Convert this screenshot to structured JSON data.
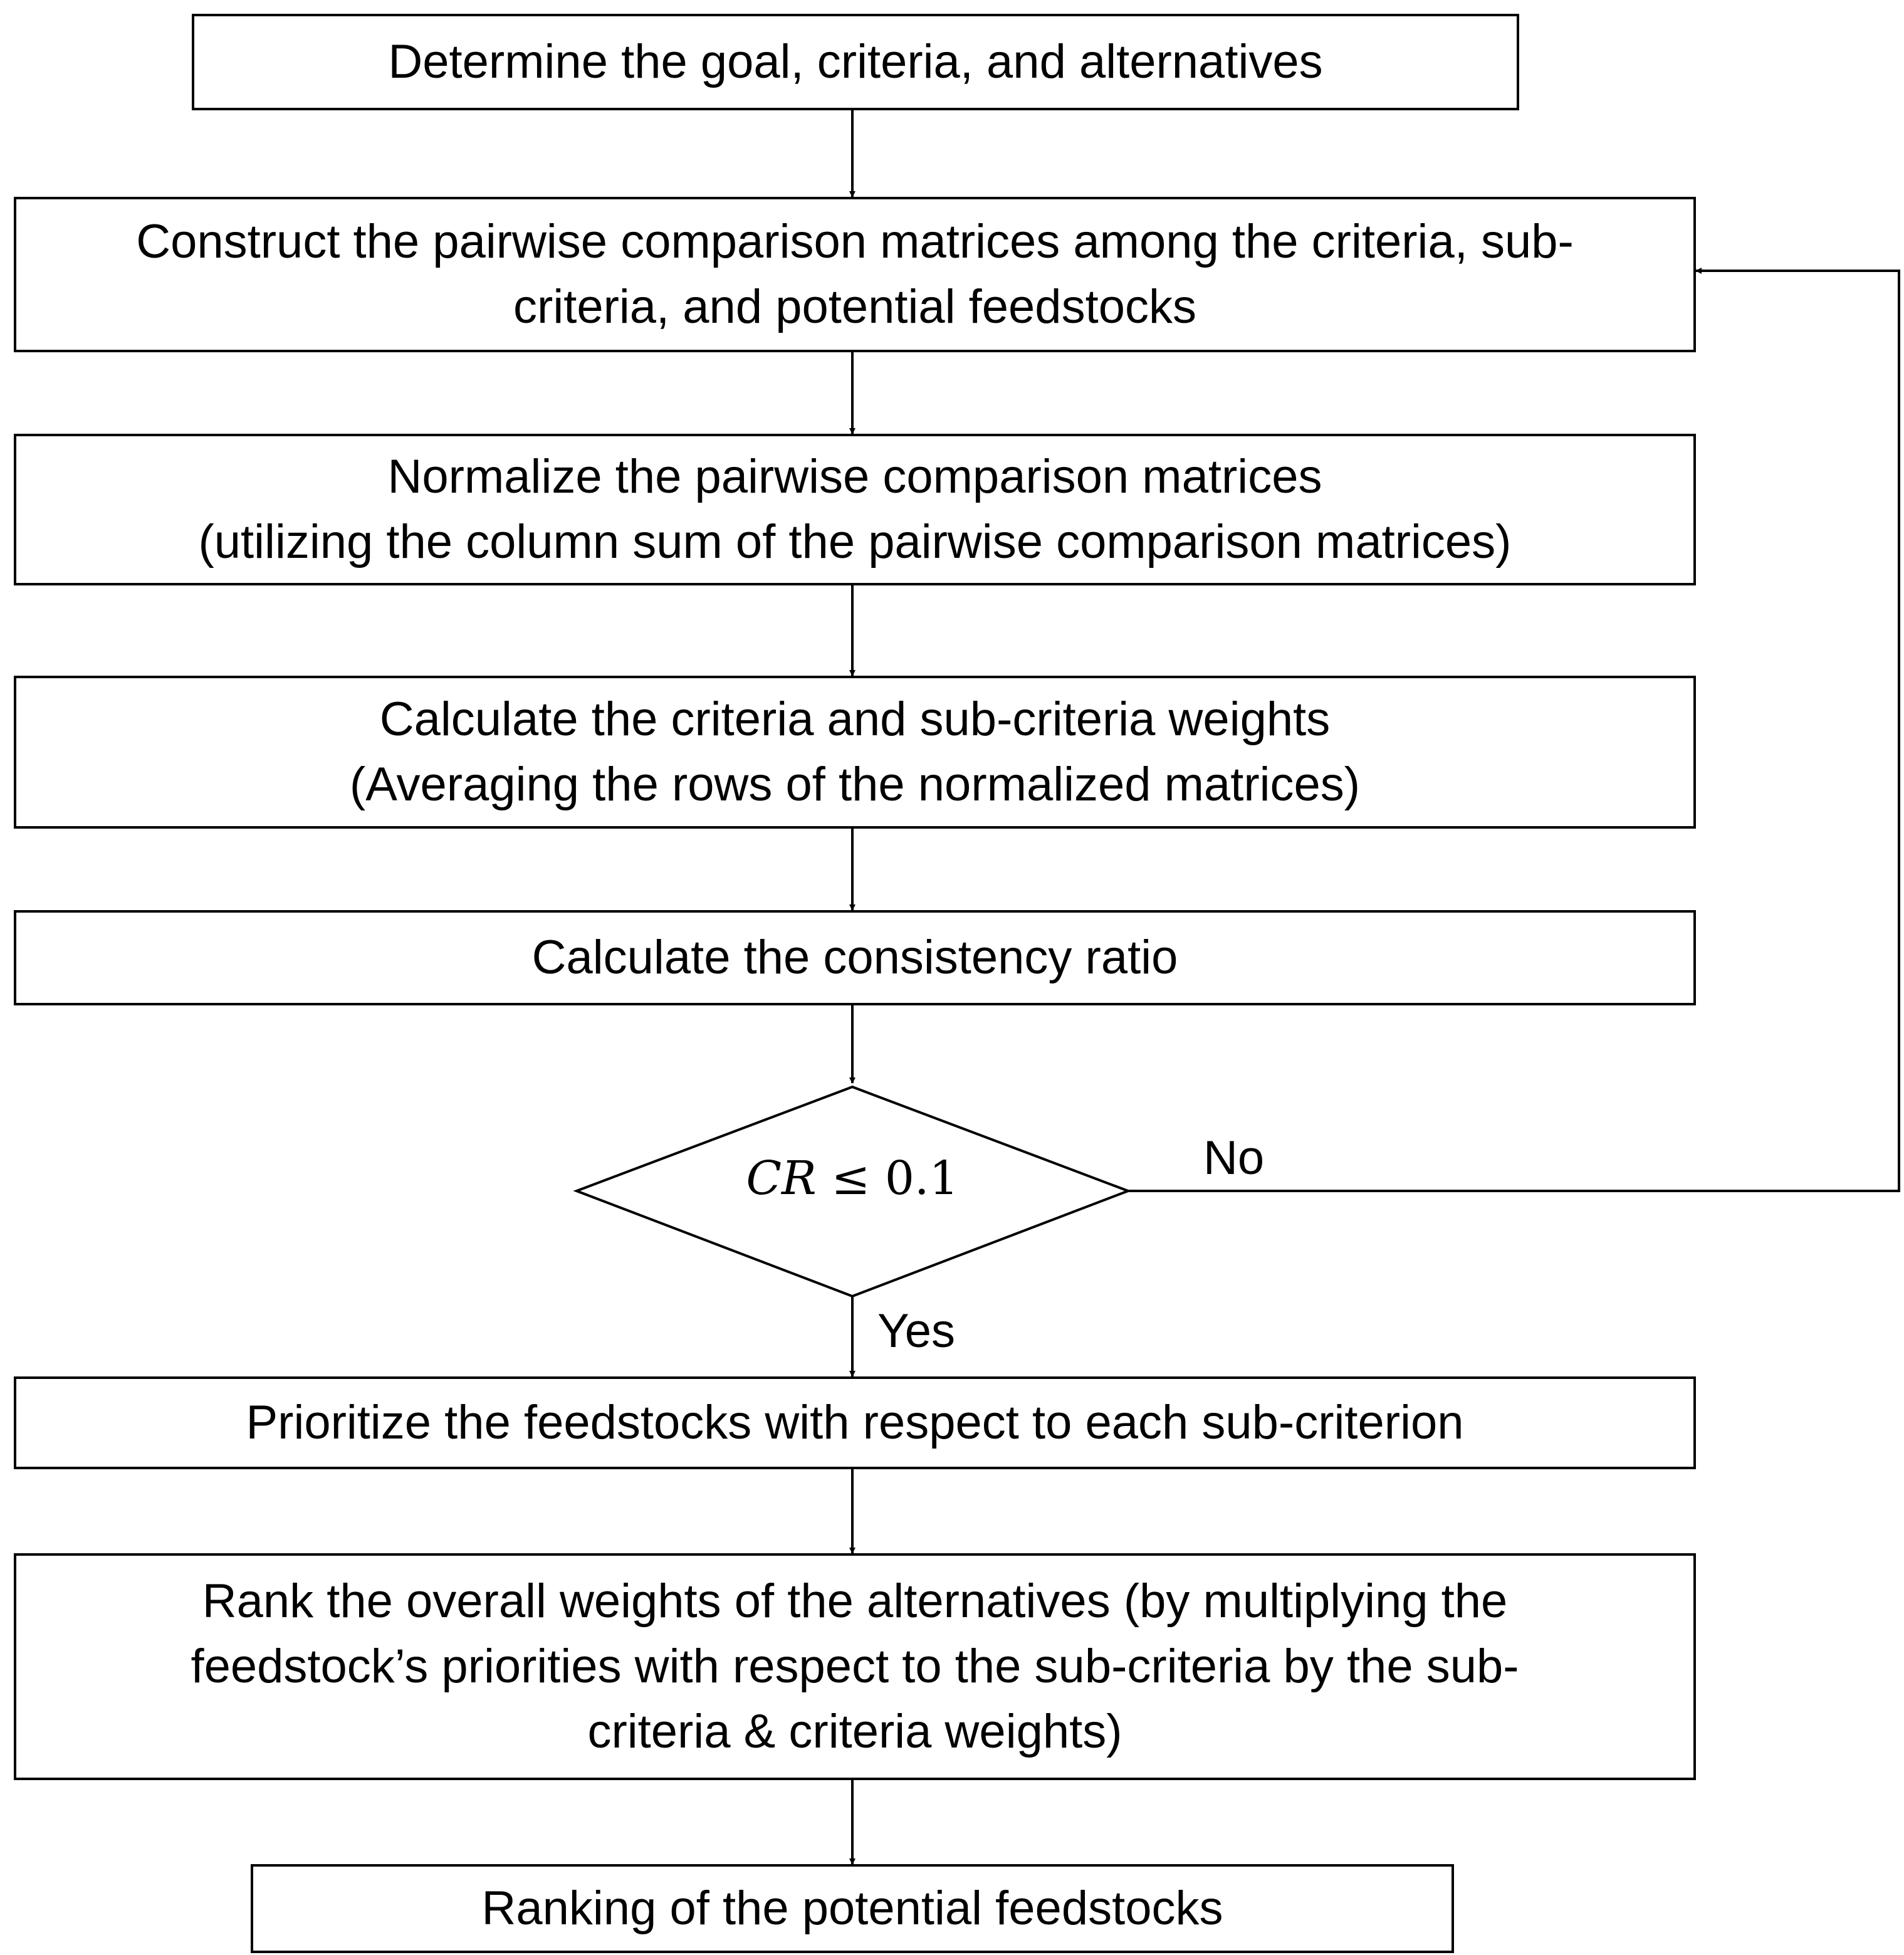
{
  "steps": [
    {
      "id": "determine",
      "lines": [
        "Determine  the goal,  criteria,  and  alternatives"
      ]
    },
    {
      "id": "construct",
      "lines": [
        "Construct  the  pairwise  comparison  matrices  among  the  criteria,  sub-",
        "criteria,  and  potential  feedstocks"
      ]
    },
    {
      "id": "normalize",
      "lines": [
        "Normalize  the  pairwise  comparison  matrices",
        "(utilizing  the  column  sum  of the  pairwise  comparison  matrices)"
      ]
    },
    {
      "id": "calc-weights",
      "lines": [
        "Calculate  the  criteria  and  sub-criteria  weights",
        "(Averaging  the  rows  of the  normalized  matrices)"
      ]
    },
    {
      "id": "calc-consistency",
      "lines": [
        "Calculate  the  consistency  ratio"
      ]
    },
    {
      "id": "prioritize",
      "lines": [
        "Prioritize  the  feedstocks  with  respect  to each  sub-criterion"
      ]
    },
    {
      "id": "rank",
      "lines": [
        "Rank  the  overall  weights  of the  alternatives  (by  multiplying  the",
        "feedstock’s  priorities  with  respect  to the  sub-criteria  by the  sub-",
        "criteria  & criteria  weights)"
      ]
    },
    {
      "id": "ranking",
      "lines": [
        "Ranking  of  the  potential  feedstocks"
      ]
    }
  ],
  "decision": {
    "variable": "CR",
    "operator": "≤",
    "threshold": "0.1",
    "no_label": "No",
    "yes_label": "Yes"
  },
  "colors": {
    "stroke": "#000000",
    "background": "#ffffff"
  }
}
